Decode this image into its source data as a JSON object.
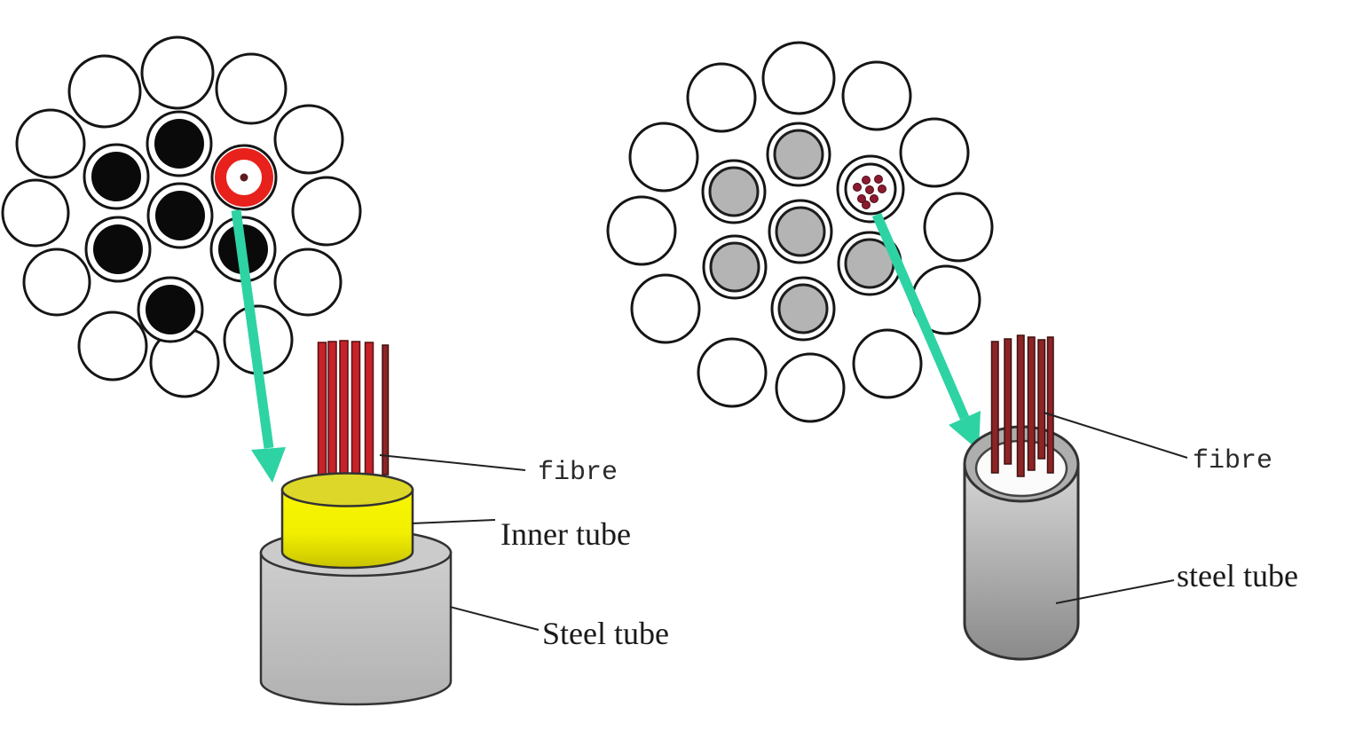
{
  "left_diagram": {
    "name": "cable cross-section with single fibre unit",
    "labels": {
      "fibre": "fibre",
      "inner_tube": "Inner tube",
      "steel_tube": "Steel tube"
    }
  },
  "right_diagram": {
    "name": "cable cross-section with loose fibres in steel tube",
    "labels": {
      "fibre": "fibre",
      "steel_tube": "steel tube"
    }
  },
  "colors": {
    "arrow_green": "#2ed3a3",
    "fibre_red_bright": "#c6222a",
    "fibre_red_dark": "#8c2426",
    "fibre_dot_maroon": "#8c1b2f",
    "tube_ring_red": "#e8211c",
    "center_dot_maroon": "#5e1a1e",
    "inner_tube_yellow": "#f8f600",
    "inner_tube_yellow_dark": "#c9c400",
    "inner_tube_top_yellow": "#dcd728",
    "steel_tube_gray": "#c3c3c3",
    "steel_tube_gray_right_top": "#d6d6d6",
    "steel_tube_gray_right_bottom": "#8a8a8a",
    "wire_gray_fill": "#b4b4b4",
    "wire_black_fill": "#0a0a0a",
    "outline_black": "#151515",
    "label_text": "#1a1a1a"
  }
}
